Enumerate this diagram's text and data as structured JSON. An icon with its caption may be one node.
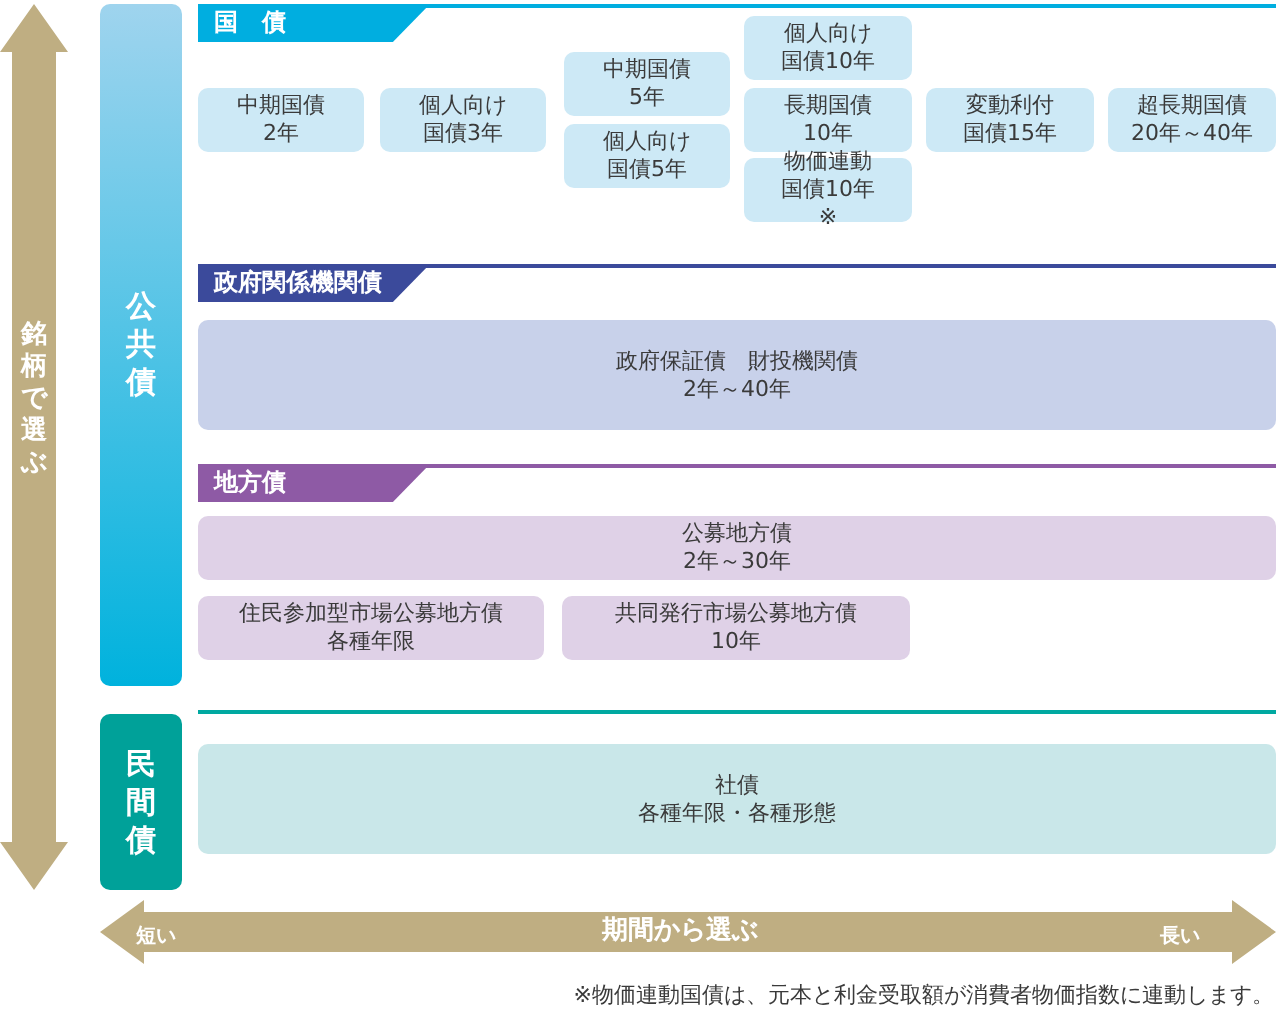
{
  "diagram": {
    "caption": "※物価連動国債は、元本と利金受取額が消費者物価指数に連動します。",
    "nodes": [
      {
        "text": [
          "公共債"
        ]
      },
      {
        "text": [
          "国　債"
        ]
      },
      {
        "text": [
          "中期国債",
          "2年"
        ]
      },
      {
        "text": [
          "個人向け国債3年"
        ]
      },
      {
        "text": [
          "中期国債",
          "5年"
        ]
      },
      {
        "text": [
          "個人向け国債5年"
        ]
      },
      {
        "text": [
          "個人向け国債10年"
        ]
      },
      {
        "text": [
          "長期国債",
          "10年"
        ]
      },
      {
        "text": [
          "物価連動国債10年※"
        ]
      },
      {
        "text": [
          "変動利付国債15年"
        ]
      },
      {
        "text": [
          "超長期国債",
          "20年～40年"
        ]
      },
      {
        "text": [
          "政府関係機関債"
        ]
      },
      {
        "text": [
          "政府保証債　財投機関債",
          "2年～40年"
        ]
      },
      {
        "text": [
          "地方債"
        ]
      },
      {
        "text": [
          "公募地方債",
          "2年～30年"
        ]
      },
      {
        "text": [
          "住民参加型市場公募地方債",
          "各種年限"
        ]
      },
      {
        "text": [
          "共同発行市場公募地方債",
          "10年"
        ]
      },
      {
        "text": [
          "民間債"
        ]
      },
      {
        "text": [
          "社債",
          "各種年限・各種形態"
        ]
      }
    ],
    "edges": [],
    "labels": [
      "銘柄で選ぶ",
      "期間から選ぶ",
      "短い",
      "長い"
    ]
  }
}
